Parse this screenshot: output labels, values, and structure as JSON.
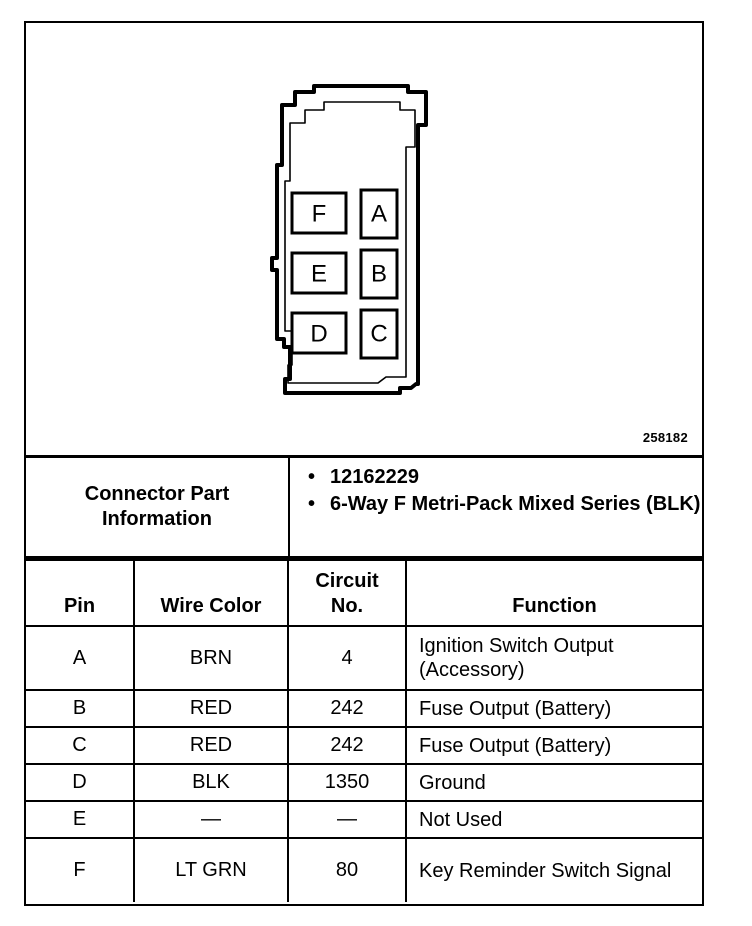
{
  "drawing_number": "258182",
  "connector": {
    "pins_left_column": [
      "F",
      "E",
      "D"
    ],
    "pins_right_column": [
      "A",
      "B",
      "C"
    ]
  },
  "connector_info": {
    "label": "Connector Part Information",
    "part_number": "12162229",
    "description": "6-Way F Metri-Pack Mixed Series (BLK)"
  },
  "pin_table": {
    "headers": {
      "pin": "Pin",
      "wire_color": "Wire Color",
      "circuit_no": "Circuit No.",
      "function": "Function"
    },
    "rows": [
      {
        "pin": "A",
        "wire_color": "BRN",
        "circuit": "4",
        "function": "Ignition Switch Output (Accessory)"
      },
      {
        "pin": "B",
        "wire_color": "RED",
        "circuit": "242",
        "function": "Fuse Output (Battery)"
      },
      {
        "pin": "C",
        "wire_color": "RED",
        "circuit": "242",
        "function": "Fuse Output (Battery)"
      },
      {
        "pin": "D",
        "wire_color": "BLK",
        "circuit": "1350",
        "function": "Ground"
      },
      {
        "pin": "E",
        "wire_color": "—",
        "circuit": "—",
        "function": "Not Used"
      },
      {
        "pin": "F",
        "wire_color": "LT GRN",
        "circuit": "80",
        "function": "Key Reminder Switch Signal"
      }
    ]
  }
}
